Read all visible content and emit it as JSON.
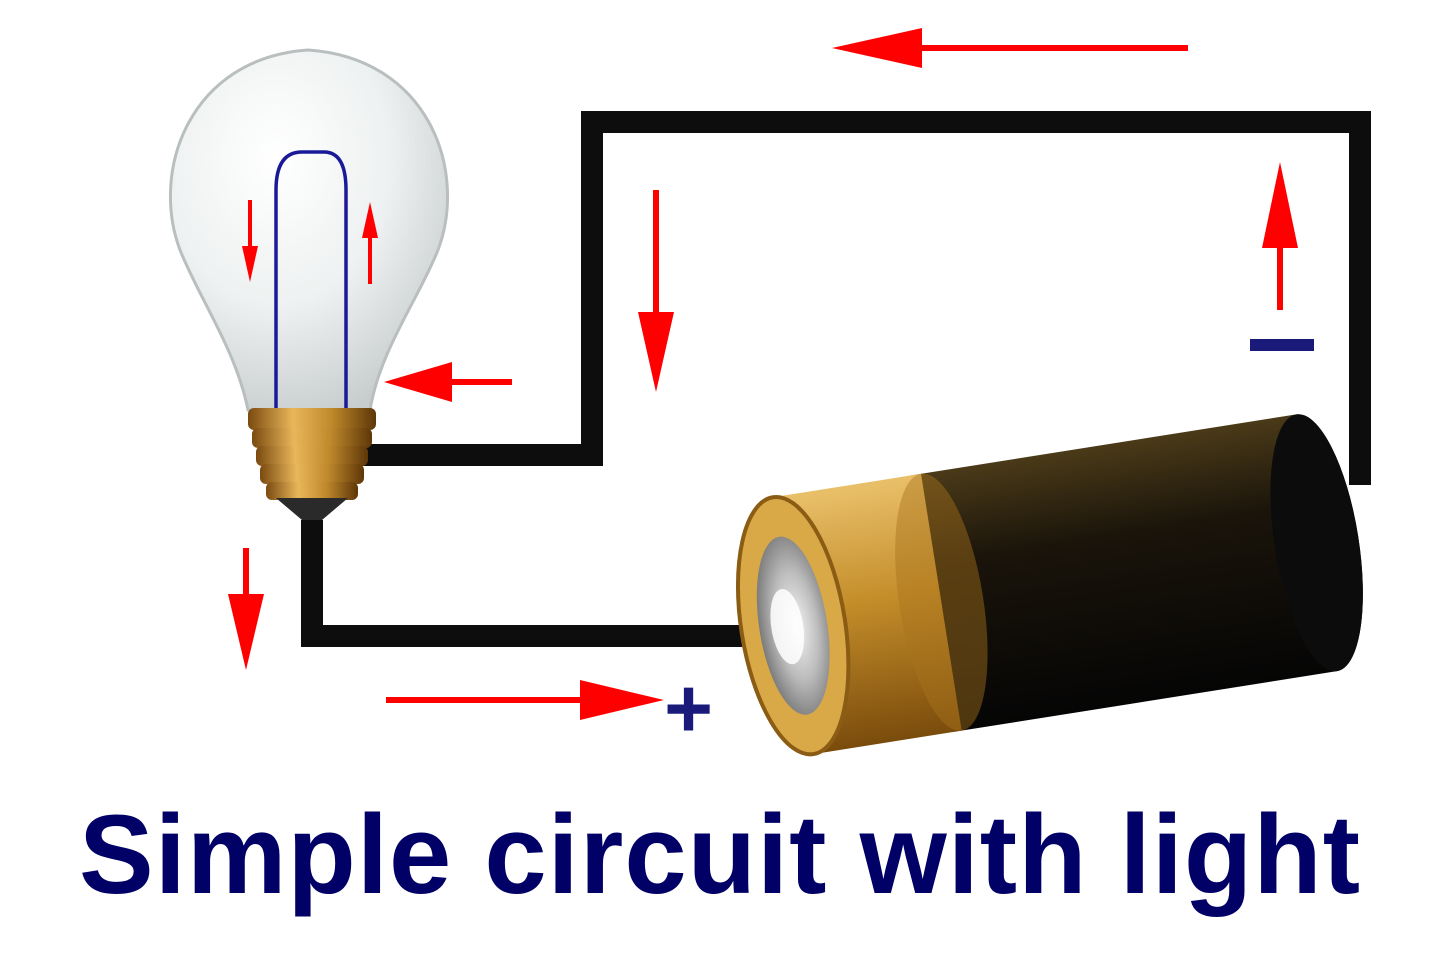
{
  "caption": "Simple circuit with light",
  "labels": {
    "positive": "+",
    "negative": "–"
  },
  "colors": {
    "wire": "#0d0d0d",
    "current_arrow": "#ff0000",
    "sign_text": "#1a1a7a",
    "caption_text": "#000066",
    "battery_gold": "#c9952e",
    "battery_black": "#111111",
    "bulb_glass": "#e9ecec",
    "filament": "#1a1a99"
  },
  "components": {
    "bulb": "light-bulb",
    "battery": "battery",
    "wire": "circuit-wire"
  }
}
